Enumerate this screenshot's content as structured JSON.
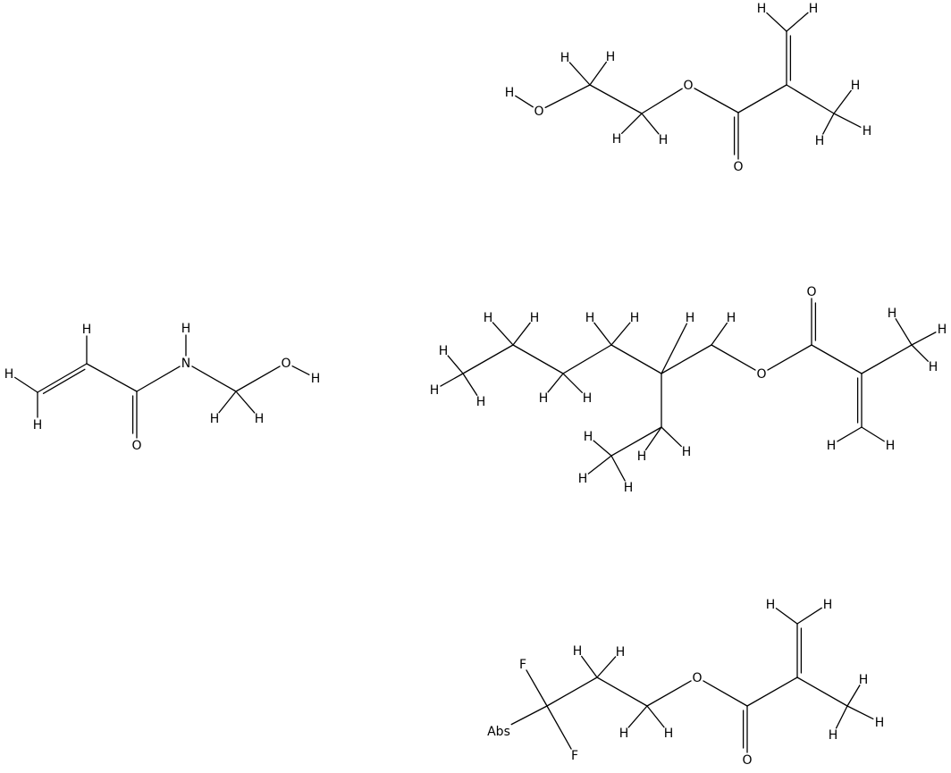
{
  "diagram": {
    "type": "chemical-structure",
    "colors": {
      "bond": "#000000",
      "label": "#000000",
      "background": "#ffffff"
    },
    "molecules": [
      {
        "id": "hydroxyethyl-methacrylate",
        "atoms": [
          {
            "id": "O1",
            "el": "O",
            "label": "O"
          },
          {
            "id": "HO1",
            "el": "H",
            "label": "H"
          },
          {
            "id": "C1",
            "el": "C",
            "label": ""
          },
          {
            "id": "H1a",
            "el": "H",
            "label": "H"
          },
          {
            "id": "H1b",
            "el": "H",
            "label": "H"
          },
          {
            "id": "C2",
            "el": "C",
            "label": ""
          },
          {
            "id": "H2a",
            "el": "H",
            "label": "H"
          },
          {
            "id": "H2b",
            "el": "H",
            "label": "H"
          },
          {
            "id": "O2",
            "el": "O",
            "label": "O"
          },
          {
            "id": "C3",
            "el": "C",
            "label": ""
          },
          {
            "id": "O3",
            "el": "O",
            "label": "O"
          },
          {
            "id": "C4",
            "el": "C",
            "label": ""
          },
          {
            "id": "C5",
            "el": "C",
            "label": ""
          },
          {
            "id": "H5a",
            "el": "H",
            "label": "H"
          },
          {
            "id": "H5b",
            "el": "H",
            "label": "H"
          },
          {
            "id": "C6",
            "el": "C",
            "label": ""
          },
          {
            "id": "H6a",
            "el": "H",
            "label": "H"
          },
          {
            "id": "H6b",
            "el": "H",
            "label": "H"
          },
          {
            "id": "H6c",
            "el": "H",
            "label": "H"
          }
        ],
        "bonds": [
          [
            "HO1",
            "O1",
            1
          ],
          [
            "O1",
            "C1",
            1
          ],
          [
            "C1",
            "H1a",
            1
          ],
          [
            "C1",
            "H1b",
            1
          ],
          [
            "C1",
            "C2",
            1
          ],
          [
            "C2",
            "H2a",
            1
          ],
          [
            "C2",
            "H2b",
            1
          ],
          [
            "C2",
            "O2",
            1
          ],
          [
            "O2",
            "C3",
            1
          ],
          [
            "C3",
            "O3",
            2
          ],
          [
            "C3",
            "C4",
            1
          ],
          [
            "C4",
            "C5",
            2
          ],
          [
            "C5",
            "H5a",
            1
          ],
          [
            "C5",
            "H5b",
            1
          ],
          [
            "C4",
            "C6",
            1
          ],
          [
            "C6",
            "H6a",
            1
          ],
          [
            "C6",
            "H6b",
            1
          ],
          [
            "C6",
            "H6c",
            1
          ]
        ]
      },
      {
        "id": "n-methylol-acrylamide",
        "atoms": [
          {
            "id": "Ca",
            "el": "C",
            "label": ""
          },
          {
            "id": "Ha1",
            "el": "H",
            "label": "H"
          },
          {
            "id": "Ha2",
            "el": "H",
            "label": "H"
          },
          {
            "id": "Cb",
            "el": "C",
            "label": ""
          },
          {
            "id": "Hb",
            "el": "H",
            "label": "H"
          },
          {
            "id": "Cc",
            "el": "C",
            "label": ""
          },
          {
            "id": "Oc",
            "el": "O",
            "label": "O"
          },
          {
            "id": "N",
            "el": "N",
            "label": "N"
          },
          {
            "id": "HN",
            "el": "H",
            "label": "H"
          },
          {
            "id": "Cd",
            "el": "C",
            "label": ""
          },
          {
            "id": "Hd1",
            "el": "H",
            "label": "H"
          },
          {
            "id": "Hd2",
            "el": "H",
            "label": "H"
          },
          {
            "id": "Od",
            "el": "O",
            "label": "O"
          },
          {
            "id": "HOd",
            "el": "H",
            "label": "H"
          }
        ],
        "bonds": [
          [
            "Ha1",
            "Ca",
            1
          ],
          [
            "Ha2",
            "Ca",
            1
          ],
          [
            "Ca",
            "Cb",
            2
          ],
          [
            "Cb",
            "Hb",
            1
          ],
          [
            "Cb",
            "Cc",
            1
          ],
          [
            "Cc",
            "Oc",
            2
          ],
          [
            "Cc",
            "N",
            1
          ],
          [
            "N",
            "HN",
            1
          ],
          [
            "N",
            "Cd",
            1
          ],
          [
            "Cd",
            "Hd1",
            1
          ],
          [
            "Cd",
            "Hd2",
            1
          ],
          [
            "Cd",
            "Od",
            1
          ],
          [
            "Od",
            "HOd",
            1
          ]
        ]
      },
      {
        "id": "2-ethylhexyl-methacrylate",
        "atoms": [
          {
            "id": "E1",
            "el": "C",
            "label": ""
          },
          {
            "id": "E1a",
            "el": "H",
            "label": "H"
          },
          {
            "id": "E1b",
            "el": "H",
            "label": "H"
          },
          {
            "id": "E1c",
            "el": "H",
            "label": "H"
          },
          {
            "id": "E2",
            "el": "C",
            "label": ""
          },
          {
            "id": "E2a",
            "el": "H",
            "label": "H"
          },
          {
            "id": "E2b",
            "el": "H",
            "label": "H"
          },
          {
            "id": "E3",
            "el": "C",
            "label": ""
          },
          {
            "id": "E3a",
            "el": "H",
            "label": "H"
          },
          {
            "id": "E3b",
            "el": "H",
            "label": "H"
          },
          {
            "id": "E4",
            "el": "C",
            "label": ""
          },
          {
            "id": "E4a",
            "el": "H",
            "label": "H"
          },
          {
            "id": "E4b",
            "el": "H",
            "label": "H"
          },
          {
            "id": "E5",
            "el": "C",
            "label": ""
          },
          {
            "id": "E5a",
            "el": "H",
            "label": "H"
          },
          {
            "id": "E6",
            "el": "C",
            "label": ""
          },
          {
            "id": "E6a",
            "el": "H",
            "label": "H"
          },
          {
            "id": "E6b",
            "el": "H",
            "label": "H"
          },
          {
            "id": "EO",
            "el": "O",
            "label": "O"
          },
          {
            "id": "EC",
            "el": "C",
            "label": ""
          },
          {
            "id": "EO2",
            "el": "O",
            "label": "O"
          },
          {
            "id": "EA",
            "el": "C",
            "label": ""
          },
          {
            "id": "EM",
            "el": "C",
            "label": ""
          },
          {
            "id": "EMa",
            "el": "H",
            "label": "H"
          },
          {
            "id": "EMb",
            "el": "H",
            "label": "H"
          },
          {
            "id": "EMc",
            "el": "H",
            "label": "H"
          },
          {
            "id": "EV",
            "el": "C",
            "label": ""
          },
          {
            "id": "EVa",
            "el": "H",
            "label": "H"
          },
          {
            "id": "EVb",
            "el": "H",
            "label": "H"
          },
          {
            "id": "Et1",
            "el": "C",
            "label": ""
          },
          {
            "id": "Et1a",
            "el": "H",
            "label": "H"
          },
          {
            "id": "Et1b",
            "el": "H",
            "label": "H"
          },
          {
            "id": "Et2",
            "el": "C",
            "label": ""
          },
          {
            "id": "Et2a",
            "el": "H",
            "label": "H"
          },
          {
            "id": "Et2b",
            "el": "H",
            "label": "H"
          },
          {
            "id": "Et2c",
            "el": "H",
            "label": "H"
          }
        ],
        "bonds": [
          [
            "E1",
            "E1a",
            1
          ],
          [
            "E1",
            "E1b",
            1
          ],
          [
            "E1",
            "E1c",
            1
          ],
          [
            "E1",
            "E2",
            1
          ],
          [
            "E2",
            "E2a",
            1
          ],
          [
            "E2",
            "E2b",
            1
          ],
          [
            "E2",
            "E3",
            1
          ],
          [
            "E3",
            "E3a",
            1
          ],
          [
            "E3",
            "E3b",
            1
          ],
          [
            "E3",
            "E4",
            1
          ],
          [
            "E4",
            "E4a",
            1
          ],
          [
            "E4",
            "E4b",
            1
          ],
          [
            "E4",
            "E5",
            1
          ],
          [
            "E5",
            "E5a",
            1
          ],
          [
            "E5",
            "E6",
            1
          ],
          [
            "E5",
            "Et1",
            1
          ],
          [
            "E6",
            "E6a",
            1
          ],
          [
            "E6",
            "E6b",
            1
          ],
          [
            "E6",
            "EO",
            1
          ],
          [
            "EO",
            "EC",
            1
          ],
          [
            "EC",
            "EO2",
            2
          ],
          [
            "EC",
            "EA",
            1
          ],
          [
            "EA",
            "EM",
            1
          ],
          [
            "EM",
            "EMa",
            1
          ],
          [
            "EM",
            "EMb",
            1
          ],
          [
            "EM",
            "EMc",
            1
          ],
          [
            "EA",
            "EV",
            2
          ],
          [
            "EV",
            "EVa",
            1
          ],
          [
            "EV",
            "EVb",
            1
          ],
          [
            "Et1",
            "Et1a",
            1
          ],
          [
            "Et1",
            "Et1b",
            1
          ],
          [
            "Et1",
            "Et2",
            1
          ],
          [
            "Et2",
            "Et2a",
            1
          ],
          [
            "Et2",
            "Et2b",
            1
          ],
          [
            "Et2",
            "Et2c",
            1
          ]
        ]
      },
      {
        "id": "difluoro-abs-methacrylate",
        "atoms": [
          {
            "id": "Abs",
            "el": "Abs",
            "label": "Abs"
          },
          {
            "id": "CF",
            "el": "C",
            "label": ""
          },
          {
            "id": "F1",
            "el": "F",
            "label": "F"
          },
          {
            "id": "F2",
            "el": "F",
            "label": "F"
          },
          {
            "id": "CG",
            "el": "C",
            "label": ""
          },
          {
            "id": "CGa",
            "el": "H",
            "label": "H"
          },
          {
            "id": "CGb",
            "el": "H",
            "label": "H"
          },
          {
            "id": "CH",
            "el": "C",
            "label": ""
          },
          {
            "id": "CHa",
            "el": "H",
            "label": "H"
          },
          {
            "id": "CHb",
            "el": "H",
            "label": "H"
          },
          {
            "id": "FO",
            "el": "O",
            "label": "O"
          },
          {
            "id": "FC",
            "el": "C",
            "label": ""
          },
          {
            "id": "FO2",
            "el": "O",
            "label": "O"
          },
          {
            "id": "FA",
            "el": "C",
            "label": ""
          },
          {
            "id": "FV",
            "el": "C",
            "label": ""
          },
          {
            "id": "FVa",
            "el": "H",
            "label": "H"
          },
          {
            "id": "FVb",
            "el": "H",
            "label": "H"
          },
          {
            "id": "FM",
            "el": "C",
            "label": ""
          },
          {
            "id": "FMa",
            "el": "H",
            "label": "H"
          },
          {
            "id": "FMb",
            "el": "H",
            "label": "H"
          },
          {
            "id": "FMc",
            "el": "H",
            "label": "H"
          }
        ],
        "bonds": [
          [
            "Abs",
            "CF",
            1
          ],
          [
            "CF",
            "F1",
            1
          ],
          [
            "CF",
            "F2",
            1
          ],
          [
            "CF",
            "CG",
            1
          ],
          [
            "CG",
            "CGa",
            1
          ],
          [
            "CG",
            "CGb",
            1
          ],
          [
            "CG",
            "CH",
            1
          ],
          [
            "CH",
            "CHa",
            1
          ],
          [
            "CH",
            "CHb",
            1
          ],
          [
            "CH",
            "FO",
            1
          ],
          [
            "FO",
            "FC",
            1
          ],
          [
            "FC",
            "FO2",
            2
          ],
          [
            "FC",
            "FA",
            1
          ],
          [
            "FA",
            "FV",
            2
          ],
          [
            "FV",
            "FVa",
            1
          ],
          [
            "FV",
            "FVb",
            1
          ],
          [
            "FA",
            "FM",
            1
          ],
          [
            "FM",
            "FMa",
            1
          ],
          [
            "FM",
            "FMb",
            1
          ],
          [
            "FM",
            "FMc",
            1
          ]
        ]
      }
    ]
  }
}
